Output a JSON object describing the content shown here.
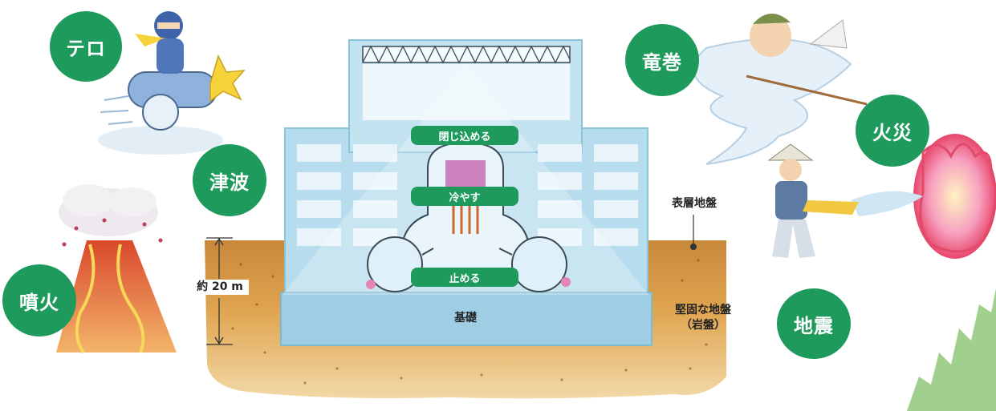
{
  "hazards": {
    "terror": "テロ",
    "tornado": "竜巻",
    "tsunami": "津波",
    "fire": "火災",
    "volcano": "噴火",
    "earthquake": "地震"
  },
  "functions": {
    "confine": "閉じ込める",
    "cool": "冷やす",
    "stop": "止める"
  },
  "labels": {
    "surface_ground": "表層地盤",
    "bedrock_line1": "堅固な地盤",
    "bedrock_line2": "（岩盤）",
    "foundation": "基礎",
    "depth": "約 20 m"
  },
  "colors": {
    "accent_green": "#1e9a5c",
    "building_blue": "#a8d6ea",
    "soil": "#d89a45"
  }
}
